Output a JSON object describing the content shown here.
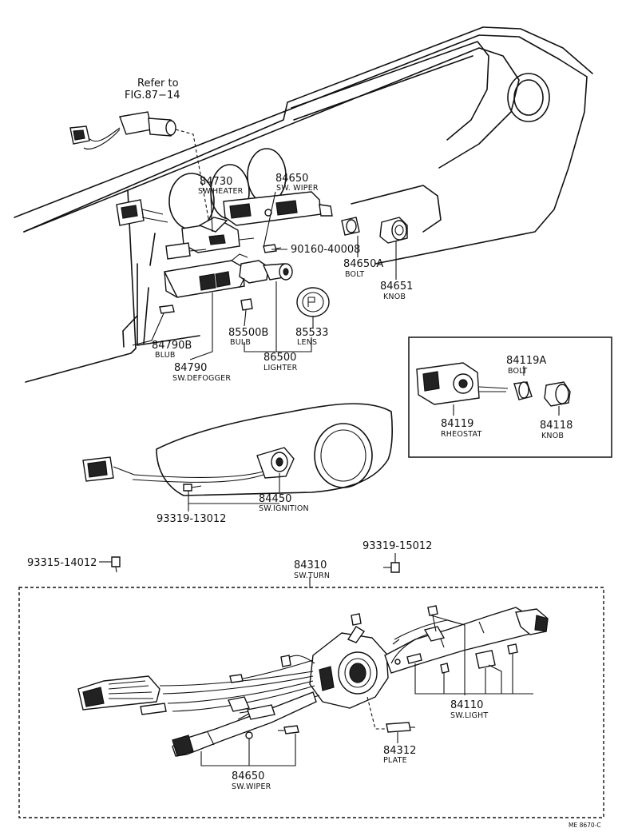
{
  "reference": {
    "line1": "Refer to",
    "line2": "FIG.87−14"
  },
  "callouts": [
    {
      "id": "c84730",
      "number": "84730",
      "name": "SW.HEATER"
    },
    {
      "id": "c84650t",
      "number": "84650",
      "name": "SW. WIPER"
    },
    {
      "id": "c90160",
      "number": "90160-40008",
      "name": ""
    },
    {
      "id": "c84650a",
      "number": "84650A",
      "name": "BOLT"
    },
    {
      "id": "c84651",
      "number": "84651",
      "name": "KNOB"
    },
    {
      "id": "c84790b",
      "number": "84790B",
      "name": "BLUB"
    },
    {
      "id": "c84790",
      "number": "84790",
      "name": "SW.DEFOGGER"
    },
    {
      "id": "c85500b",
      "number": "85500B",
      "name": "BULB"
    },
    {
      "id": "c85533",
      "number": "85533",
      "name": "LENS"
    },
    {
      "id": "c86500",
      "number": "86500",
      "name": "LIGHTER"
    },
    {
      "id": "c84119a",
      "number": "84119A",
      "name": "BOLT"
    },
    {
      "id": "c84119",
      "number": "84119",
      "name": "RHEOSTAT"
    },
    {
      "id": "c84118",
      "number": "84118",
      "name": "KNOB"
    },
    {
      "id": "c84450",
      "number": "84450",
      "name": "SW.IGNITION"
    },
    {
      "id": "c93319a",
      "number": "93319-13012",
      "name": ""
    },
    {
      "id": "c93315",
      "number": "93315-14012",
      "name": ""
    },
    {
      "id": "c93319b",
      "number": "93319-15012",
      "name": ""
    },
    {
      "id": "c84310",
      "number": "84310",
      "name": "SW.TURN"
    },
    {
      "id": "c84110",
      "number": "84110",
      "name": "SW.LIGHT"
    },
    {
      "id": "c84312",
      "number": "84312",
      "name": "PLATE"
    },
    {
      "id": "c84650b",
      "number": "84650",
      "name": "SW.WIPER"
    }
  ],
  "drawing_code": "ME 8670-C"
}
